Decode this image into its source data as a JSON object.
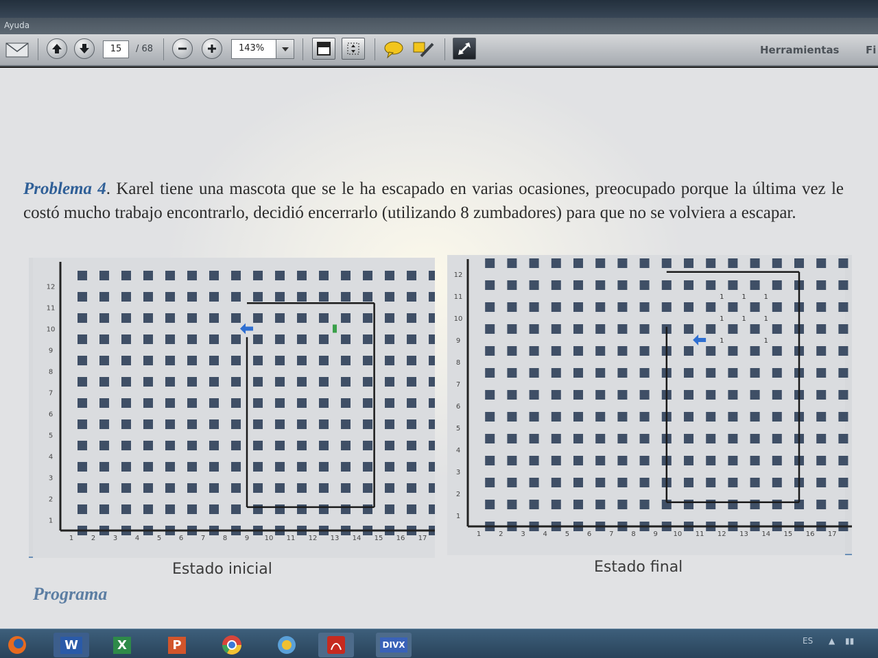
{
  "window": {
    "title": "",
    "menu_label": "Ayuda"
  },
  "toolbar": {
    "current_page": "15",
    "page_total": "/ 68",
    "zoom": "143%",
    "tools_label": "Herramientas",
    "fill_label": "Fi"
  },
  "document": {
    "problem_title": "Problema 4",
    "problem_text": ". Karel tiene una mascota que se le ha escapado en varias ocasiones, preocupado porque la última vez le costó mucho trabajo encontrarlo, decidió encerrarlo (utilizando 8 zumbadores) para que no se volviera a escapar.",
    "caption_initial": "Estado inicial",
    "caption_final": "Estado final",
    "section_heading": "Programa"
  },
  "worlds": {
    "x_labels": [
      "1",
      "2",
      "3",
      "4",
      "5",
      "6",
      "7",
      "8",
      "9",
      "10",
      "11",
      "12",
      "13",
      "14",
      "15",
      "16",
      "17"
    ],
    "y_labels": [
      "1",
      "2",
      "3",
      "4",
      "5",
      "6",
      "7",
      "8",
      "9",
      "10",
      "11",
      "12"
    ],
    "initial": {
      "karel_facing": "west",
      "karel_color": "#2f6fd1",
      "pet_color": "#3aa04a"
    },
    "final": {
      "karel_facing": "west",
      "karel_color": "#2f6fd1",
      "beeper_label": "1"
    }
  },
  "taskbar": {
    "apps": [
      {
        "name": "firefox",
        "label": ""
      },
      {
        "name": "word",
        "label": "W"
      },
      {
        "name": "excel",
        "label": "X"
      },
      {
        "name": "powerpoint",
        "label": "P"
      },
      {
        "name": "chrome",
        "label": ""
      },
      {
        "name": "app",
        "label": ""
      },
      {
        "name": "acrobat",
        "label": ""
      },
      {
        "name": "divx",
        "label": "DIVX"
      }
    ],
    "language": "ES"
  }
}
